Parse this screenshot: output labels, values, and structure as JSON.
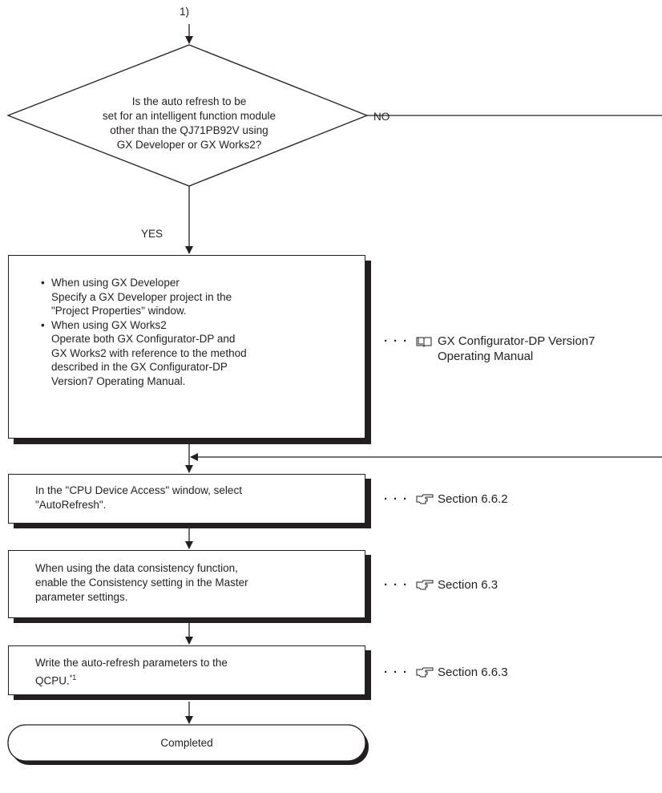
{
  "connector_label": "1)",
  "decision": {
    "lines": [
      "Is the auto refresh to be",
      "set for an intelligent function module",
      "other than the QJ71PB92V using",
      "GX Developer or GX Works2?"
    ],
    "no_label": "NO",
    "yes_label": "YES"
  },
  "step_project": {
    "items": [
      {
        "head": "When using GX Developer",
        "lines": [
          "Specify a GX Developer project in the",
          "\"Project Properties\" window."
        ]
      },
      {
        "head": "When using GX Works2",
        "lines": [
          "Operate both GX Configurator-DP and",
          "GX Works2 with reference to the method",
          "described in the GX Configurator-DP",
          "Version7 Operating Manual."
        ]
      }
    ],
    "reference": {
      "icon": "manual-book-icon",
      "lines": [
        "GX Configurator-DP Version7",
        "Operating Manual"
      ]
    }
  },
  "step_cpu_access": {
    "lines": [
      "In the \"CPU Device Access\" window, select",
      "\"AutoRefresh\"."
    ],
    "reference": {
      "icon": "pointing-hand-icon",
      "text": "Section 6.6.2"
    }
  },
  "step_consistency": {
    "lines": [
      "When using the data consistency function,",
      "enable the Consistency setting in the Master",
      "parameter settings."
    ],
    "reference": {
      "icon": "pointing-hand-icon",
      "text": "Section 6.3"
    }
  },
  "step_write": {
    "lines": [
      "Write the auto-refresh parameters to the",
      "QCPU."
    ],
    "footnote": "*1",
    "reference": {
      "icon": "pointing-hand-icon",
      "text": "Section 6.6.3"
    }
  },
  "terminal": {
    "label": "Completed"
  }
}
